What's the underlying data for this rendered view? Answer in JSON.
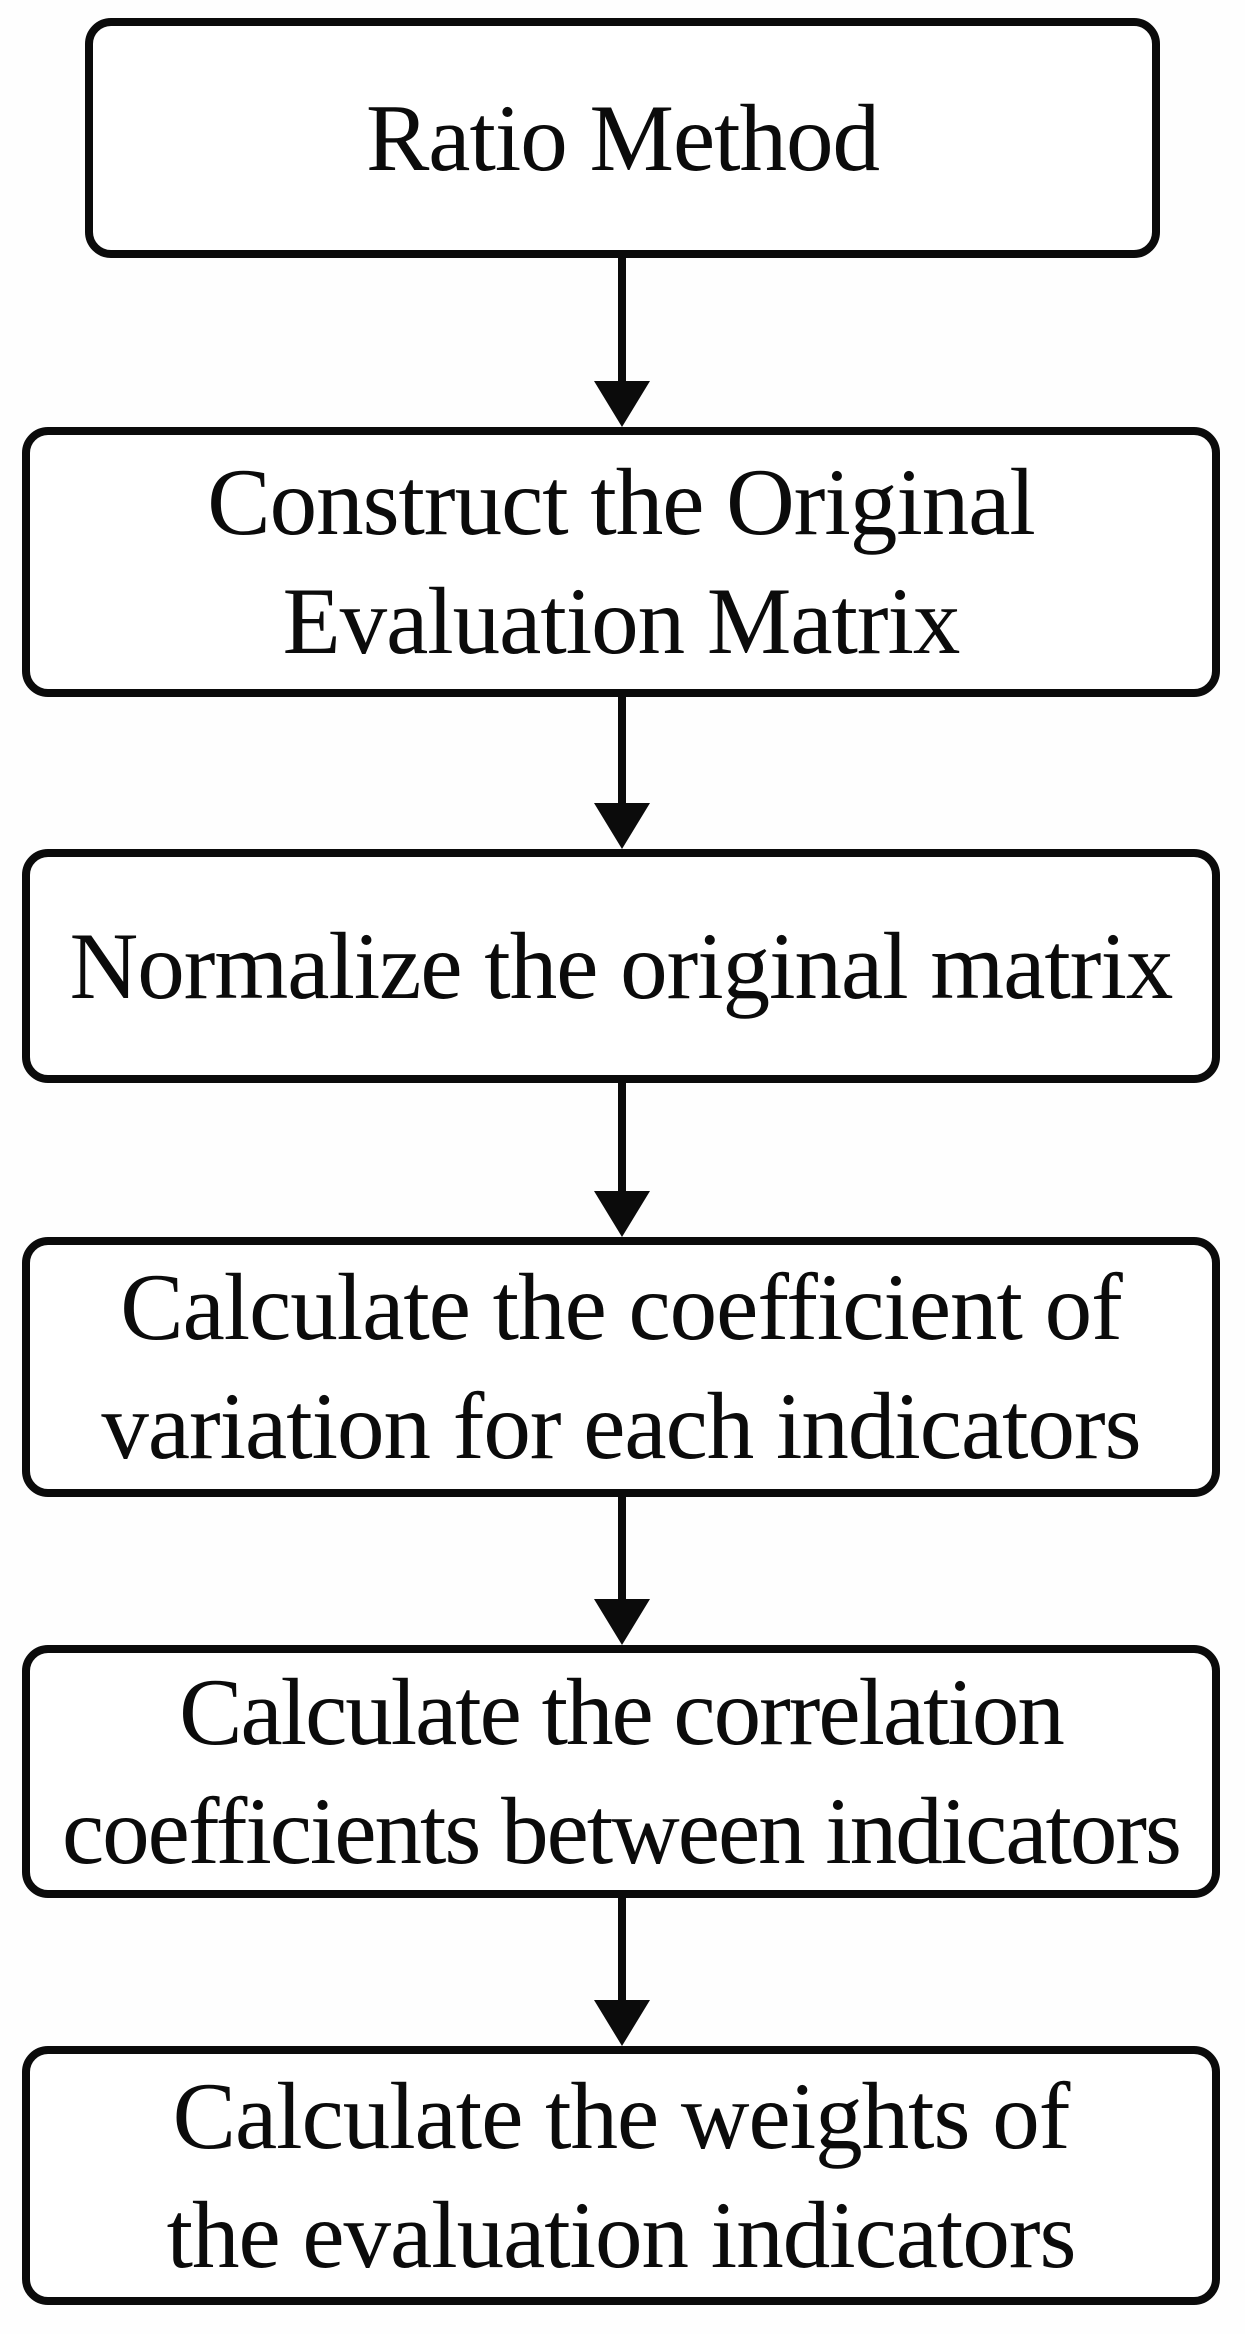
{
  "flow": {
    "description": "Ratio Method flowchart",
    "nodes": [
      {
        "id": "ratio-method",
        "lines": [
          "Ratio Method"
        ]
      },
      {
        "id": "construct-original-evaluation-matrix",
        "lines": [
          "Construct the Original",
          "Evaluation Matrix"
        ]
      },
      {
        "id": "normalize-original-matrix",
        "lines": [
          "Normalize the original matrix"
        ]
      },
      {
        "id": "coefficient-of-variation",
        "lines": [
          "Calculate the coefficient of",
          "variation for each indicators"
        ]
      },
      {
        "id": "correlation-coefficients",
        "lines": [
          "Calculate the correlation",
          "coefficients between indicators"
        ]
      },
      {
        "id": "weights-of-evaluation-indicators",
        "lines": [
          "Calculate the weights of",
          "the evaluation indicators"
        ]
      }
    ],
    "arrows": [
      {
        "from": "ratio-method",
        "to": "construct-original-evaluation-matrix"
      },
      {
        "from": "construct-original-evaluation-matrix",
        "to": "normalize-original-matrix"
      },
      {
        "from": "normalize-original-matrix",
        "to": "coefficient-of-variation"
      },
      {
        "from": "coefficient-of-variation",
        "to": "correlation-coefficients"
      },
      {
        "from": "correlation-coefficients",
        "to": "weights-of-evaluation-indicators"
      }
    ],
    "colors": {
      "line": "#0b0b0b",
      "text": "#0b0b0b",
      "box_fill": "#ffffff",
      "background": "#fefefe"
    }
  }
}
